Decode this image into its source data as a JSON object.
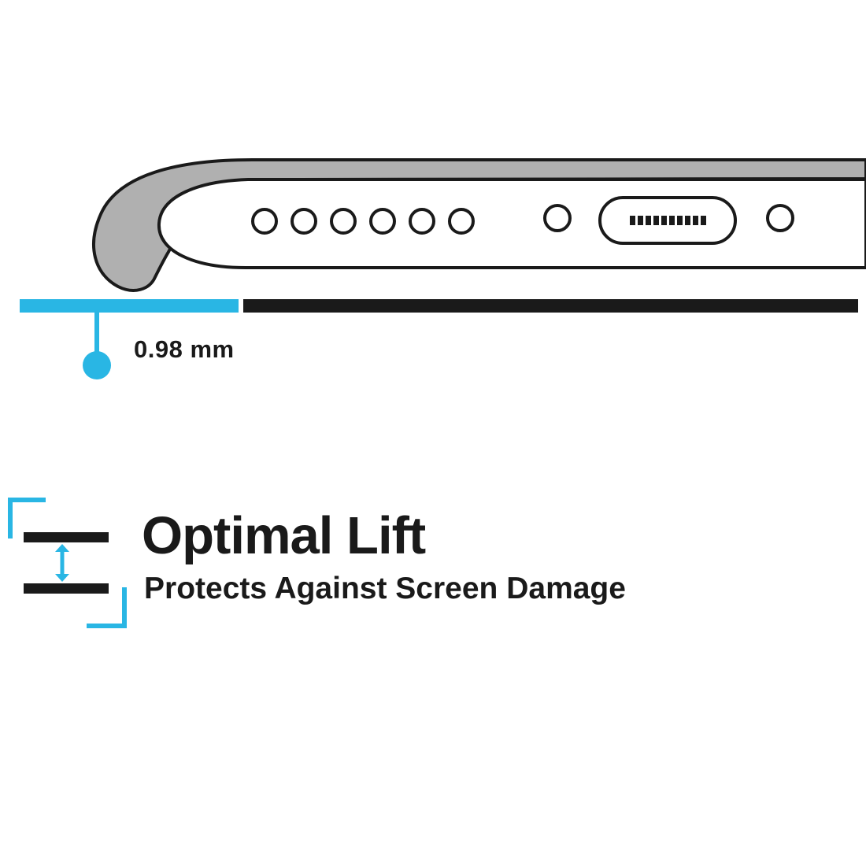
{
  "measurement": {
    "label": "0.98 mm"
  },
  "feature": {
    "title": "Optimal Lift",
    "subtitle": "Protects Against Screen Damage"
  },
  "colors": {
    "accent": "#29B6E4",
    "ink": "#1a1a1a",
    "case_gray": "#B0B0B0",
    "phone_white": "#ffffff"
  },
  "icons": {
    "case_lip": "phone-case-lip-cross-section",
    "speaker_holes": "speaker-hole-row",
    "mic_hole": "microphone-hole",
    "charging_port": "charging-port",
    "screw_hole": "screw-hole",
    "lift_gap": "lift-height-marker",
    "lift_arrow": "double-vertical-arrow-between-bars"
  }
}
